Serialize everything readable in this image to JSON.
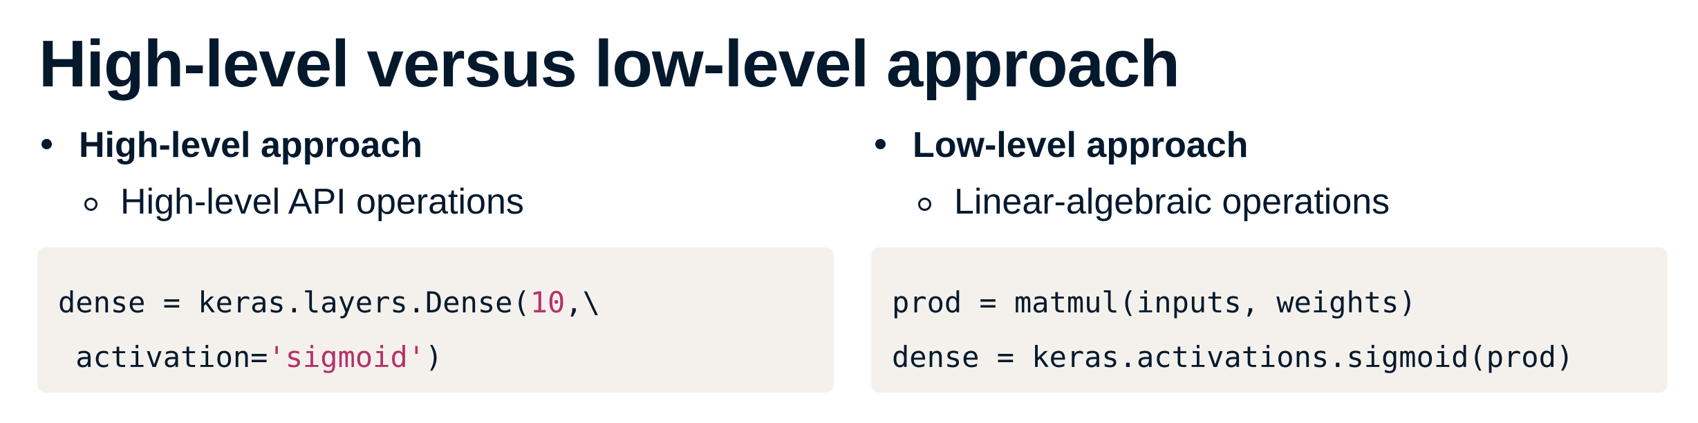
{
  "title": "High-level versus low-level approach",
  "left": {
    "heading": "High-level approach",
    "subitem": "High-level API operations",
    "code": {
      "line1_a": "dense = keras.layers.Dense(",
      "line1_num": "10",
      "line1_b": ",\\",
      "line2_a": " activation=",
      "line2_str": "'sigmoid'",
      "line2_b": ")"
    }
  },
  "right": {
    "heading": "Low-level approach",
    "subitem": "Linear-algebraic operations",
    "code": {
      "line1": "prod = matmul(inputs, weights)",
      "line2": "dense = keras.activations.sigmoid(prod)"
    }
  },
  "colors": {
    "text": "#05192d",
    "code_background": "#f4f1ec",
    "code_highlight": "#b5326b"
  }
}
